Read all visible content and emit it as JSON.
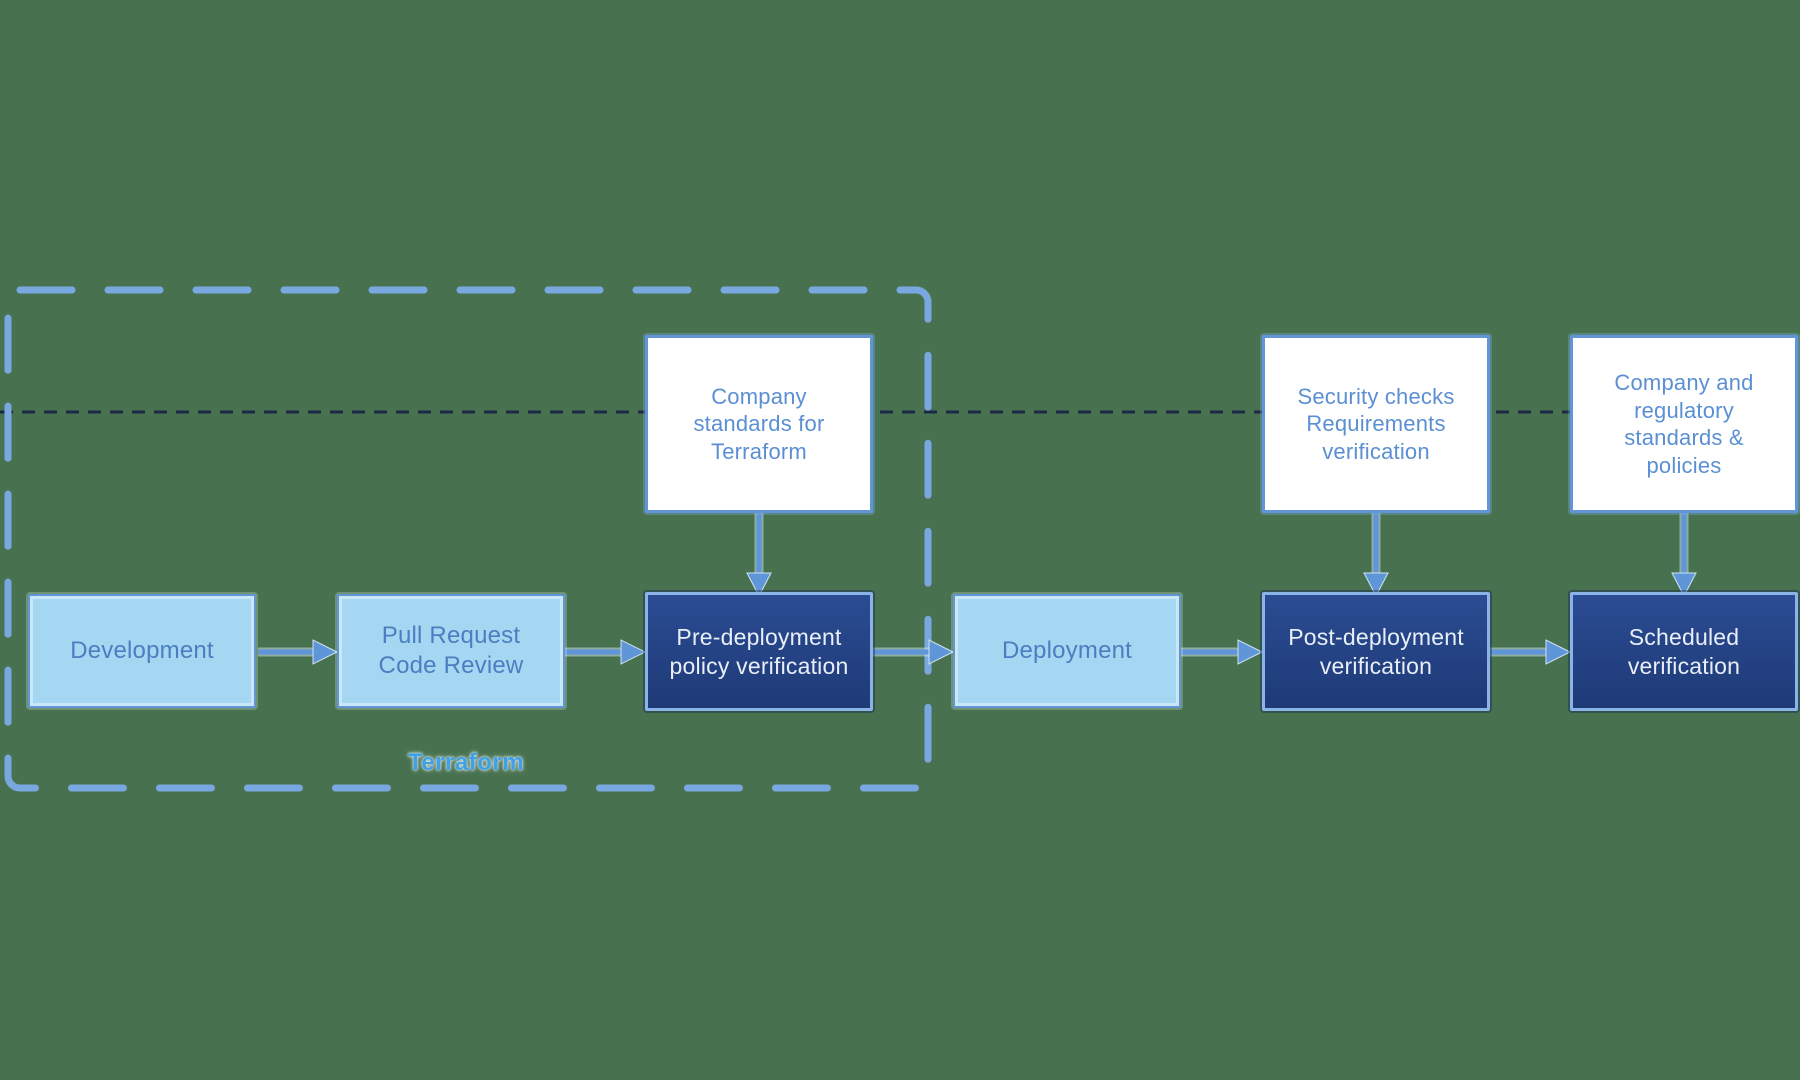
{
  "canvas": {
    "background_color": "#48724F"
  },
  "terraform_boundary": {
    "label": "Terraform",
    "border_style": "dashed",
    "border_color": "#7AA9E2"
  },
  "separator_line": {
    "style": "dashed",
    "color": "#1B2947"
  },
  "flow_nodes": [
    {
      "label": "Development",
      "type": "process"
    },
    {
      "label": "Pull Request\nCode Review",
      "type": "process"
    },
    {
      "label": "Pre-deployment\npolicy verification",
      "type": "verification"
    },
    {
      "label": "Deployment",
      "type": "process"
    },
    {
      "label": "Post-deployment\nverification",
      "type": "verification"
    },
    {
      "label": "Scheduled\nverification",
      "type": "verification"
    }
  ],
  "standards_nodes": [
    {
      "label": "Company\nstandards for\nTerraform",
      "feeds_into": "Pre-deployment policy verification"
    },
    {
      "label": "Security checks\nRequirements\nverification",
      "feeds_into": "Post-deployment verification"
    },
    {
      "label": "Company and\nregulatory\nstandards &\npolicies",
      "feeds_into": "Scheduled verification"
    }
  ],
  "colors": {
    "process_fill": "#A6D7F2",
    "process_text": "#4B7EC1",
    "verification_fill": "#24428A",
    "verification_text": "#E9EFF8",
    "standards_fill": "#FFFFFF",
    "standards_text": "#5B8FD3",
    "node_border": "#6096D6",
    "arrow": "#5E96D8"
  }
}
